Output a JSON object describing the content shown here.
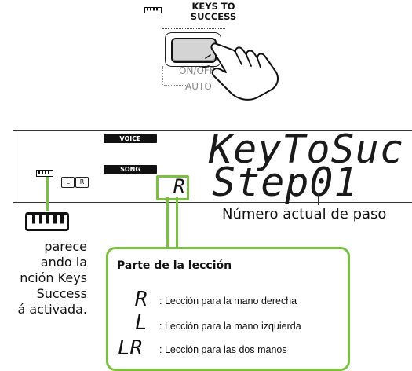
{
  "button_panel": {
    "label_line1": "KEYS TO",
    "label_line2": "SUCCESS",
    "onoff_text": "ON/OFF",
    "auto_text": "AUTO"
  },
  "display": {
    "voice_tag": "VOICE",
    "song_tag": "SONG",
    "line1": "KeyToSuc",
    "line2": "Step01",
    "part_char": "R",
    "chip_l": "L",
    "chip_r": "R"
  },
  "annotations": {
    "step_number_label": "Número actual de paso",
    "left_text_lines": [
      "parece",
      "ando la",
      "nción Keys",
      "Success",
      "á activada."
    ]
  },
  "lesson": {
    "title": "Parte de la lección",
    "items": [
      {
        "symbol": "R",
        "text": ": Lección para la mano derecha"
      },
      {
        "symbol": "L",
        "text": ": Lección para la mano izquierda"
      },
      {
        "symbol": "LR",
        "text": ": Lección para las dos manos"
      }
    ]
  },
  "colors": {
    "accent_green": "#7bc043",
    "lcd_text": "#1a1a1a"
  },
  "icons": [
    "keyboard-icon",
    "pressing-hand-icon"
  ]
}
